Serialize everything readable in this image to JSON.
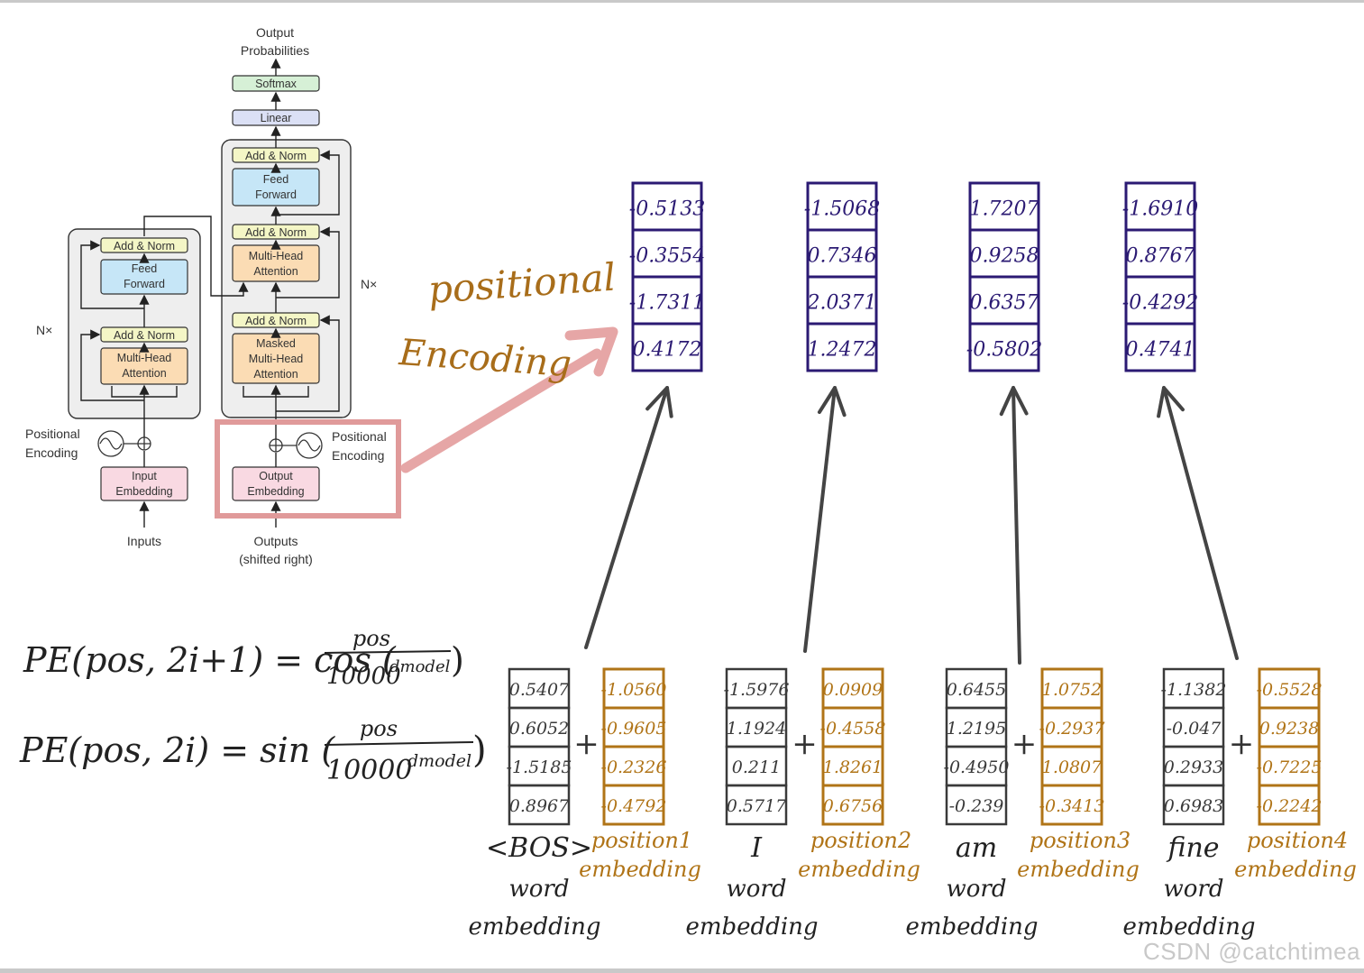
{
  "transformer": {
    "output_probabilities": [
      "Output",
      "Probabilities"
    ],
    "softmax": "Softmax",
    "linear": "Linear",
    "add_norm": "Add & Norm",
    "feed_forward": [
      "Feed",
      "Forward"
    ],
    "multi_head_attention": [
      "Multi-Head",
      "Attention"
    ],
    "masked_multi_head_attention": [
      "Masked",
      "Multi-Head",
      "Attention"
    ],
    "nx": "N×",
    "positional_encoding": [
      "Positional",
      "Encoding"
    ],
    "input_embedding": [
      "Input",
      "Embedding"
    ],
    "output_embedding": [
      "Output",
      "Embedding"
    ],
    "inputs": "Inputs",
    "outputs": [
      "Outputs",
      "(shifted right)"
    ]
  },
  "callout": [
    "positional",
    "Encoding"
  ],
  "formulas": [
    {
      "lhs": "PE(pos, 2i+1) = cos (",
      "num": "pos",
      "den": "10000",
      "exp": "dmodel",
      "close": ")"
    },
    {
      "lhs": "PE(pos, 2i) = sin (",
      "num": "pos",
      "den": "10000",
      "exp": "dmodel",
      "close": ")"
    }
  ],
  "plus": "+",
  "positions": [
    {
      "result": [
        "-0.5133",
        "-0.3554",
        "-1.7311",
        "0.4172"
      ],
      "word_vec": [
        "0.5407",
        "0.6052",
        "-1.5185",
        "0.8967"
      ],
      "pos_vec": [
        "-1.0560",
        "-0.9605",
        "-0.2326",
        "-0.4792"
      ],
      "token": "<BOS>",
      "word_label": [
        "word",
        "embedding"
      ],
      "pos_label": [
        "position1",
        "embedding"
      ]
    },
    {
      "result": [
        "-1.5068",
        "0.7346",
        "2.0371",
        "1.2472"
      ],
      "word_vec": [
        "-1.5976",
        "1.1924",
        "0.211",
        "0.5717"
      ],
      "pos_vec": [
        "0.0909",
        "-0.4558",
        "1.8261",
        "0.6756"
      ],
      "token": "I",
      "word_label": [
        "word",
        "embedding"
      ],
      "pos_label": [
        "position2",
        "embedding"
      ]
    },
    {
      "result": [
        "1.7207",
        "0.9258",
        "0.6357",
        "-0.5802"
      ],
      "word_vec": [
        "0.6455",
        "1.2195",
        "-0.4950",
        "-0.239"
      ],
      "pos_vec": [
        "1.0752",
        "-0.2937",
        "1.0807",
        "-0.3413"
      ],
      "token": "am",
      "word_label": [
        "word",
        "embedding"
      ],
      "pos_label": [
        "position3",
        "embedding"
      ]
    },
    {
      "result": [
        "-1.6910",
        "0.8767",
        "-0.4292",
        "0.4741"
      ],
      "word_vec": [
        "-1.1382",
        "-0.047",
        "0.2933",
        "0.6983"
      ],
      "pos_vec": [
        "-0.5528",
        "0.9238",
        "-0.7225",
        "-0.2242"
      ],
      "token": "fine",
      "word_label": [
        "word",
        "embedding"
      ],
      "pos_label": [
        "position4",
        "embedding"
      ]
    }
  ],
  "watermark": "CSDN @catchtimea",
  "colors": {
    "result": "#2b1a73",
    "word": "#3a3a3a",
    "position": "#b07417",
    "highlight": "#e09a9a",
    "callout": "#a86d1a",
    "add_norm": "#f4f6c6",
    "feed_forward": "#c6e6f7",
    "attention": "#fbdcb4",
    "embedding": "#f9d9e2",
    "linear": "#dbe0f5",
    "softmax": "#d6f0d6",
    "panel": "#eeeeee"
  }
}
